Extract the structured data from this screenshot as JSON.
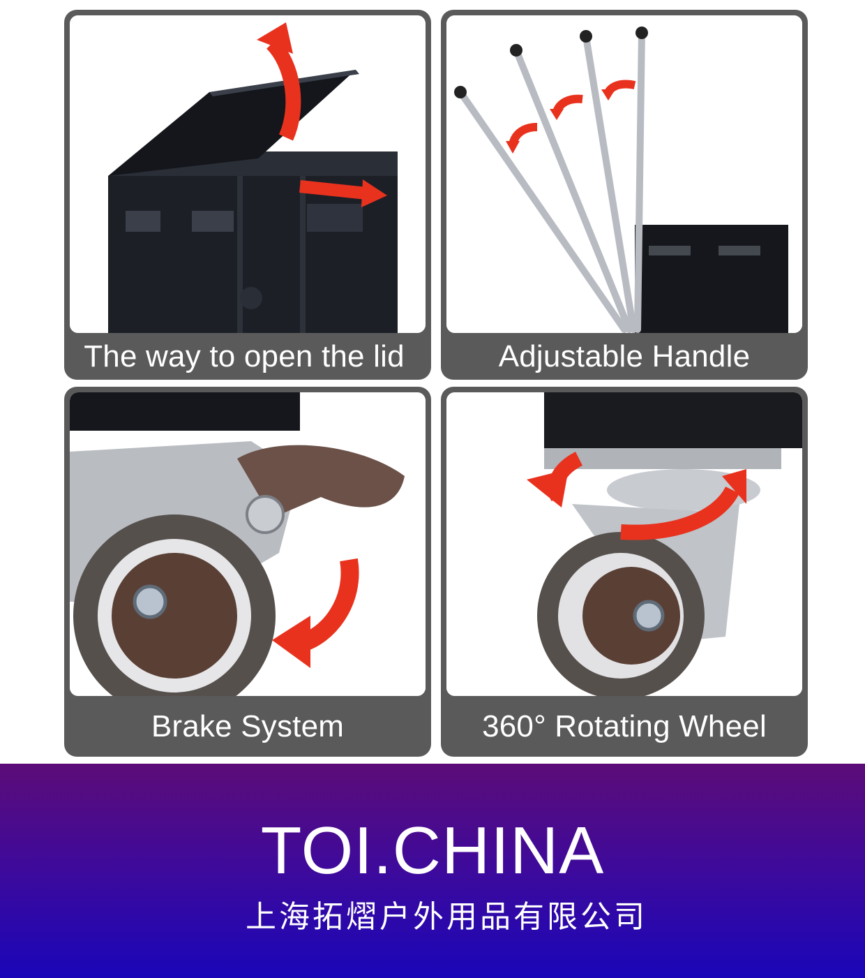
{
  "panels": [
    {
      "caption": "The way to open the lid",
      "icon": "cart-lid-photo"
    },
    {
      "caption": "Adjustable Handle",
      "icon": "telescopic-handle-photo"
    },
    {
      "caption": "Brake System",
      "icon": "caster-brake-photo"
    },
    {
      "caption": "360° Rotating Wheel",
      "icon": "swivel-wheel-photo"
    }
  ],
  "footer": {
    "brand": "TOI.CHINA",
    "company": "上海拓熠户外用品有限公司"
  },
  "colors": {
    "panel_bg": "#5a5a5a",
    "arrow": "#e8321e",
    "footer_top": "#5c0c78",
    "footer_bottom": "#1a06b8"
  }
}
